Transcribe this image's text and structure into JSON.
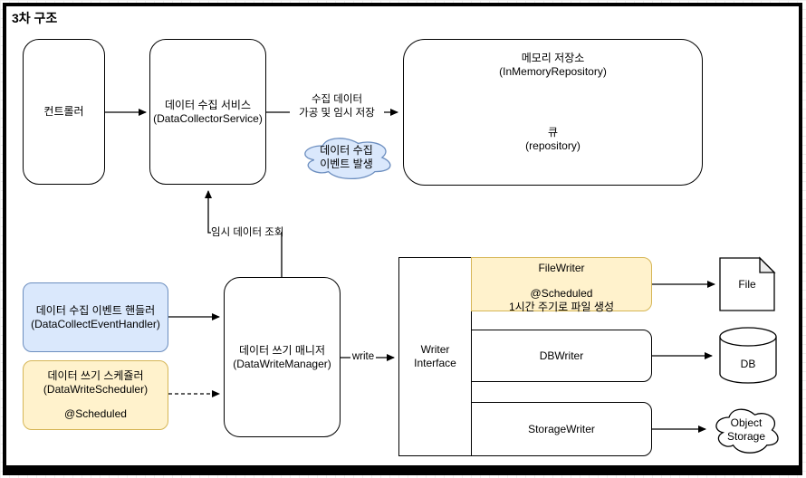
{
  "title": "3차 구조",
  "colors": {
    "blue_fill": "#dae8fc",
    "blue_stroke": "#6c8ebf",
    "yellow_fill": "#fff2cc",
    "yellow_stroke": "#d6b656",
    "shape_stroke": "#000000",
    "frame_border": "#000000"
  },
  "nodes": {
    "controller": {
      "label": "컨트롤러"
    },
    "collector_service": {
      "name": "데이터 수집 서비스",
      "class": "(DataCollectorService)"
    },
    "memory_repository": {
      "name": "메모리 저장소",
      "class": "(InMemoryRepository)"
    },
    "queue": {
      "name": "큐",
      "class": "(repository)"
    },
    "collect_event_cloud": {
      "line1": "데이터 수집",
      "line2": "이벤트 발생"
    },
    "event_handler": {
      "name": "데이터 수집 이벤트 핸들러",
      "class": "(DataCollectEventHandler)"
    },
    "write_scheduler": {
      "name": "데이터 쓰기 스케쥴러",
      "class": "(DataWriteScheduler)",
      "annotation": "@Scheduled"
    },
    "write_manager": {
      "name": "데이터 쓰기 매니저",
      "class": "(DataWriteManager)"
    },
    "writer_interface": {
      "line1": "Writer",
      "line2": "Interface"
    },
    "file_writer": {
      "label": "FileWriter",
      "annotation1": "@Scheduled",
      "annotation2": "1시간 주기로 파일 생성"
    },
    "db_writer": {
      "label": "DBWriter"
    },
    "storage_writer": {
      "label": "StorageWriter"
    },
    "file": {
      "label": "File"
    },
    "db": {
      "label": "DB"
    },
    "object_storage": {
      "line1": "Object",
      "line2": "Storage"
    }
  },
  "edges": {
    "collect_store": {
      "line1": "수집 데이터",
      "line2": "가공 및 임시 저장"
    },
    "temp_query": {
      "label": "임시 데이터 조회"
    },
    "write": {
      "label": "write"
    }
  }
}
